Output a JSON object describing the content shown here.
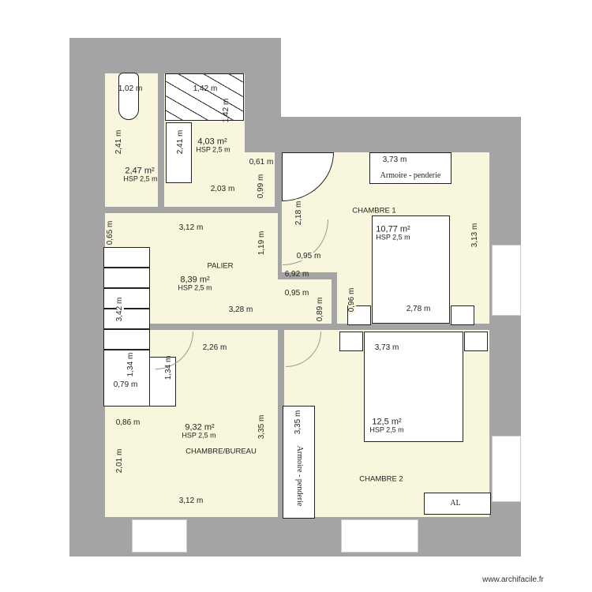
{
  "rooms": [
    {
      "name": "",
      "area": "2,47 m²",
      "hsp": "HSP 2,5 m"
    },
    {
      "name": "",
      "area": "4,03 m²",
      "hsp": "HSP 2,5 m"
    },
    {
      "name": "CHAMBRE 1",
      "area": "10,77 m²",
      "hsp": "HSP 2,5 m"
    },
    {
      "name": "PALIER",
      "area": "8,39 m²",
      "hsp": "HSP 2,5 m"
    },
    {
      "name": "CHAMBRE/BUREAU",
      "area": "9,32 m²",
      "hsp": "HSP 2,5 m"
    },
    {
      "name": "CHAMBRE 2",
      "area": "12,5 m²",
      "hsp": "HSP 2,5 m"
    }
  ],
  "dims": [
    "1,02 m",
    "1,42 m",
    "1,42 m",
    "2,41 m",
    "2,41 m",
    "2,03 m",
    "0,61 m",
    "0,99 m",
    "0,65 m",
    "3,12 m",
    "1,19 m",
    "2,18 m",
    "0,95 m",
    "6,92 m",
    "0,95 m",
    "0,89 m",
    "0,96 m",
    "3,28 m",
    "3,42 m",
    "2,26 m",
    "1,34 m",
    "1,34 m",
    "0,79 m",
    "0,86 m",
    "3,35 m",
    "3,35 m",
    "2,01 m",
    "3,12 m",
    "3,73 m",
    "3,13 m",
    "2,78 m",
    "3,73 m"
  ],
  "furniture": {
    "wardrobe_top": "Armoire - penderie",
    "wardrobe_side": "Armoire - penderie",
    "radiator": "AL"
  },
  "watermark": "www.archifacile.fr",
  "colors": {
    "wall": "#a4a4a4",
    "floor": "#f8f6dc"
  }
}
